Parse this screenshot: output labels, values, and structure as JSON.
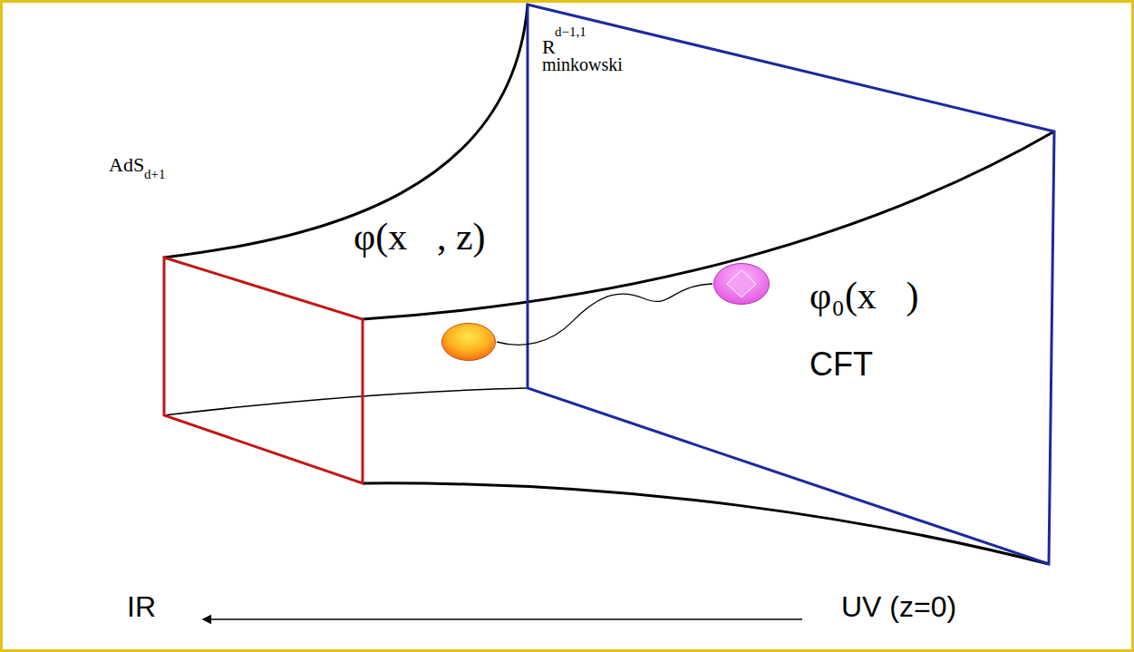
{
  "diagram": {
    "nodes": [
      {
        "text": [
          "φ(x⃗, z)"
        ]
      },
      {
        "text": [
          "φ₀(x⃗)"
        ]
      }
    ],
    "edges": [
      {
        "from": 0,
        "to": 1,
        "arrow": "none"
      }
    ],
    "labels": [
      "AdS",
      "d+1",
      "R",
      "d−1,1",
      "minkowski",
      "CFT",
      "IR",
      "UV (z=0)"
    ]
  }
}
